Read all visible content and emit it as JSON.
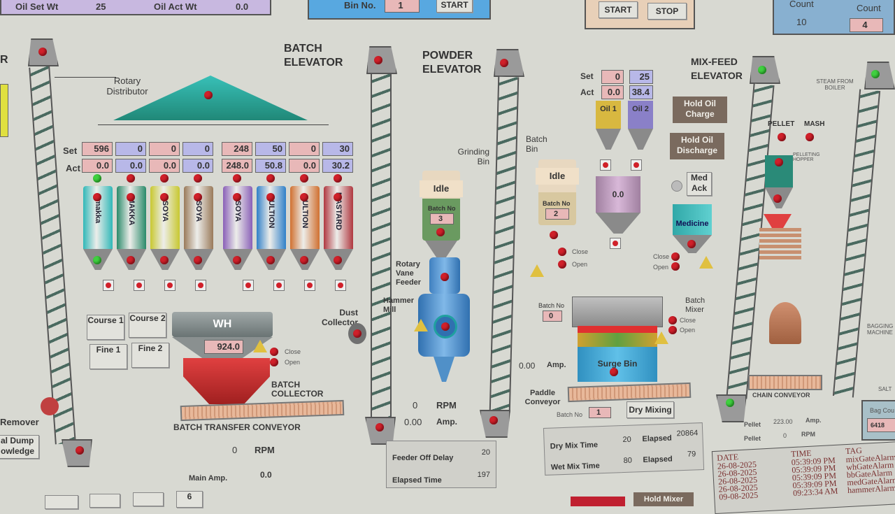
{
  "top": {
    "oil_set_label": "Oil Set Wt",
    "oil_set": "25",
    "oil_act_label": "Oil Act Wt",
    "oil_act": "0.0",
    "bin_no_label": "Bin No.",
    "bin_no": "1",
    "start1": "START",
    "start2": "START",
    "stop": "STOP",
    "count1_label": "Count",
    "count1": "10",
    "count2_label": "Count",
    "count2": "4"
  },
  "titles": {
    "batch_elevator": "BATCH ELEVATOR",
    "powder_elevator": "POWDER ELEVATOR",
    "mixfeed_elevator": "MIX-FEED ELEVATOR",
    "rotary": "Rotary Distributor",
    "left_edge": "R"
  },
  "set_label": "Set",
  "act_label": "Act",
  "bins": [
    {
      "name": "makka",
      "set": "596",
      "act": "0.0",
      "color": "#30b8b8"
    },
    {
      "name": "MAKKA",
      "set": "0",
      "act": "0.0",
      "color": "#2a8a6a"
    },
    {
      "name": "SOYA",
      "set": "0",
      "act": "0.0",
      "color": "#c8c830"
    },
    {
      "name": "SOYA",
      "set": "0",
      "act": "0.0",
      "color": "#9a7a5a"
    },
    {
      "name": "SOYA",
      "set": "248",
      "act": "248.0",
      "color": "#8a60b8"
    },
    {
      "name": "GULTION",
      "set": "50",
      "act": "50.8",
      "color": "#3080c8"
    },
    {
      "name": "GULTION",
      "set": "0",
      "act": "0.0",
      "color": "#d07030"
    },
    {
      "name": "MASTARD",
      "set": "30",
      "act": "30.2",
      "color": "#b03840"
    }
  ],
  "course_fine": [
    "Course 1",
    "Course 2",
    "Fine 1",
    "Fine 2"
  ],
  "wh": {
    "label": "WH",
    "value": "924.0",
    "close": "Close",
    "open": "Open"
  },
  "batch_collector": "BATCH COLLECTOR",
  "batch_transfer": "BATCH TRANSFER CONVEYOR",
  "left_bottom": {
    "rpm_val": "0",
    "rpm": "RPM",
    "main_amp": "Main Amp.",
    "main_amp_val": "0.0",
    "remover": "Remover",
    "dump": "al Dump",
    "knowledge": "owledge"
  },
  "dust_collector": "Dust Collector",
  "powder": {
    "grinding_bin": "Grinding Bin",
    "status": "Idle",
    "batch_no_label": "Batch No",
    "batch_no": "3",
    "rotary_vane": "Rotary Vane Feeder",
    "hammer": "Hammer Mill",
    "rpm_val": "0",
    "rpm": "RPM",
    "amp_val": "0.00",
    "amp": "Amp."
  },
  "feeder": {
    "off_delay_label": "Feeder Off Delay",
    "off_delay": "20",
    "elapsed_label": "Elapsed Time",
    "elapsed": "197"
  },
  "batch_bin": {
    "label": "Batch Bin",
    "status": "Idle",
    "batch_no_label": "Batch No",
    "batch_no": "2",
    "close": "Close",
    "open": "Open"
  },
  "oil": {
    "set1": "0",
    "set2": "25",
    "act1": "0.0",
    "act2": "38.4",
    "oil1": "Oil 1",
    "oil2": "Oil 2",
    "tank_val": "0.0"
  },
  "buttons": {
    "hold_oil_charge": "Hold Oil Charge",
    "hold_oil_discharge": "Hold Oil Discharge",
    "med_ack": "Med Ack",
    "dry_mixing": "Dry Mixing",
    "hold_mixer": "Hold Mixer"
  },
  "medicine": {
    "label": "Medicine",
    "close": "Close",
    "open": "Open"
  },
  "mixer": {
    "batch_no_label": "Batch No",
    "batch_no": "0",
    "label": "Batch Mixer",
    "close": "Close",
    "open": "Open",
    "surge": "Surge Bin",
    "amp_val": "0.00",
    "amp": "Amp.",
    "paddle": "Paddle Conveyor",
    "batch_no2_label": "Batch No",
    "batch_no2": "1"
  },
  "mix_times": {
    "dry_label": "Dry Mix Time",
    "dry": "20",
    "elapsed1_label": "Elapsed",
    "elapsed1": "20864",
    "wet_label": "Wet Mix Time",
    "wet": "80",
    "elapsed2_label": "Elapsed",
    "elapsed2": "79"
  },
  "pellet": {
    "steam": "STEAM FROM BOILER",
    "pellet": "PELLET",
    "mash": "MASH",
    "hopper": "PELLETING HOPPER",
    "chain": "CHAIN CONVEYOR",
    "amp_label": "Pellet",
    "amp_val": "223.00",
    "amp": "Amp.",
    "rpm_label": "Pellet",
    "rpm_val": "0",
    "rpm": "RPM",
    "bagging": "BAGGING MACHINE",
    "salt": "SALT",
    "bag_count_label": "Bag Cou",
    "bag_count": "6418"
  },
  "alarms": {
    "headers": [
      "DATE",
      "TIME",
      "TAG"
    ],
    "rows": [
      [
        "26-08-2025",
        "05:39:09 PM",
        "mixGateAlarm"
      ],
      [
        "26-08-2025",
        "05:39:09 PM",
        "whGateAlarm"
      ],
      [
        "26-08-2025",
        "05:39:09 PM",
        "bbGateAlarm"
      ],
      [
        "26-08-2025",
        "05:39:09 PM",
        "medGateAlarm"
      ],
      [
        "09-08-2025",
        "09:23:34 AM",
        "hammerAlarm"
      ]
    ]
  },
  "bottom_tab": "6"
}
